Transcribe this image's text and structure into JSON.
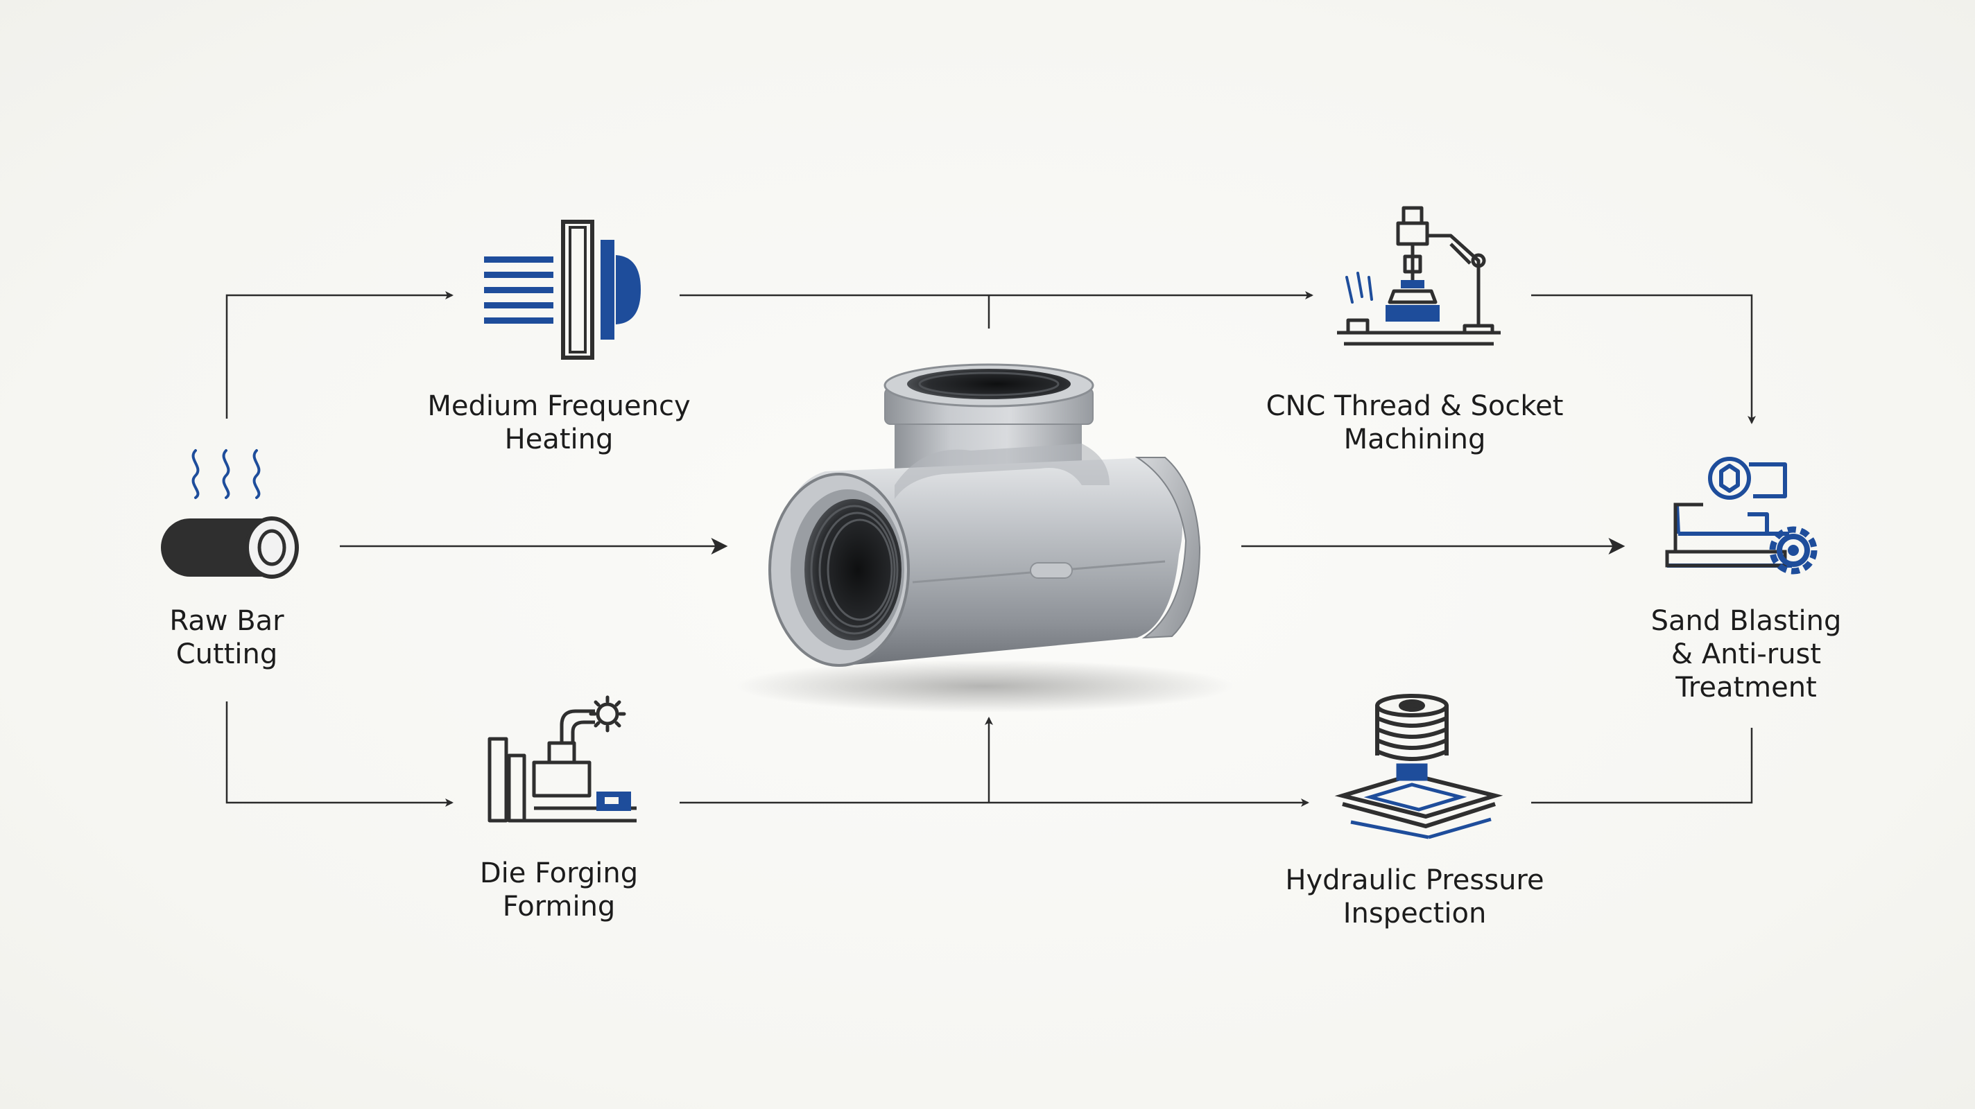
{
  "colors": {
    "accent": "#1e4d9b",
    "ink": "#2a2a2a",
    "connector": "#2b2b2b",
    "steel": "#b9bcc0"
  },
  "center_image": {
    "icon": "stainless-steel-tee-fitting"
  },
  "steps": [
    {
      "id": "raw-bar-cutting",
      "icon": "raw-bar-icon",
      "lines": [
        "Raw Bar",
        "Cutting"
      ]
    },
    {
      "id": "medium-frequency-heating",
      "icon": "induction-coil-icon",
      "lines": [
        "Medium Frequency",
        "Heating"
      ]
    },
    {
      "id": "die-forging-forming",
      "icon": "forging-press-icon",
      "lines": [
        "Die Forging",
        "Forming"
      ]
    },
    {
      "id": "cnc-thread-socket-machining",
      "icon": "cnc-machine-icon",
      "lines": [
        "CNC Thread & Socket",
        "Machining"
      ]
    },
    {
      "id": "sand-blasting-anti-rust",
      "icon": "blasting-gear-icon",
      "lines": [
        "Sand Blasting",
        "& Anti-rust",
        "Treatment"
      ]
    },
    {
      "id": "hydraulic-pressure-inspection",
      "icon": "pressure-test-icon",
      "lines": [
        "Hydraulic Pressure",
        "Inspection"
      ]
    }
  ]
}
